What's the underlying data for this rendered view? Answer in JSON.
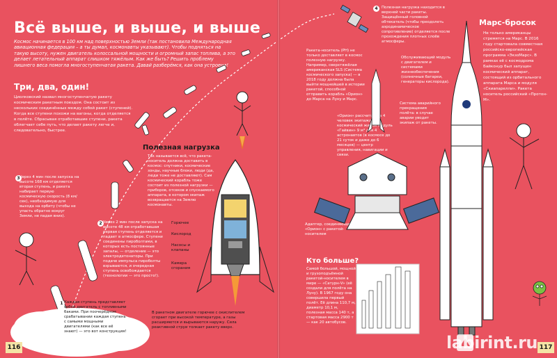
{
  "left_page": {
    "title": "Всё выше, и выше, и выше",
    "intro": "Космос начинается в 100 км над поверхностью Земли (так постановила Международная авиационная федерация – а ты думал, космонавты указывают). Чтобы подняться на такую высоту, нужен двигатель колоссальной мощности и огромный запас топлива, а это делает летательный аппарат слишком тяжёлым. Как же быть? Решить проблему лишнего веса помогла многоступенчатая ракета. Давай разберёмся, как она устроена!",
    "section1_title": "Три, два, один!",
    "section1_text": "Циолковский назвал многоступенчатую ракету космическим ракетным поездом. Она состоит из нескольких соединённых между собой ракет (ступеней). Когда все ступени похожи на вагоны, когда отделяется в полёте. Сбрасывая отработавшие ступени, ракета облегчает себе путь, что делает ракету легче и, следовательно, быстрее.",
    "step3_text": "Через 4 мин после запуска на высоте 168 км отделяется вторая ступень, и ракета набирает первую космическую скорость (8 км/сек), необходимую для выхода на орбиту (чтобы не упасть обратно вокруг Земли, не падая вниз).",
    "step2_text": "Через 2 мин после запуска на высоте 48 км отработавшая первая ступень отделяется и падает в атмосфере. Ступени соединены пироболтами, в которых есть постоянные запалы, — отделение — это электродетонаторы. При подаче импульса пироболты взрываются, и очередная ступень освобождается (технологии — это просто!).",
    "step1_text": "Каждая ступень представляет собой двигатель с топливными баками. При поочерёдном срабатывании каждая ступень с самыми мощными двигателями (как все её знают) — это вот конструкция!",
    "payload_title": "Полезная нагрузка",
    "payload_text": "Так называется всё, что ракета-носитель должна доставить в космос: спутники, космические зонды, научные блоки, люди (да, люди тоже не доставляют). Сам космический корабль тоже состоит из полезной нагрузки — приборов, отсеков и спускаемого аппарата, в котором экипаж возвращается на Землю космонавты.",
    "label_fuel": "Горючее",
    "label_oxygen": "Кислород",
    "label_pumps": "Насосы и клапаны",
    "label_chamber": "Камера сгорания",
    "engine_caption": "В ракетном двигателе горючее с окислителем сгорает при высокой температуре, а газы расширяются и вырываются наружу. Сила реактивной струи толкает ракету вверх.",
    "step_numbers": [
      "1",
      "2",
      "3"
    ],
    "page_number": "116"
  },
  "right_page": {
    "header": "Марс-бросок",
    "mars_text": "Не только американцы стремятся на Марс. В 2016 году стартовала совместная российско-европейская программа «ЭкзоМарс». В рамках её с космодрома Байконур был запущен космический аппарат, состоящий из орбитального аппарата Марса и модуля «Скиапарелли». Ракета носитель российский «Протон-М».",
    "booster_text": "Ракета-носитель (РН) не только доставляет в космос полезную нагрузку. Например, сверхтяжёлая американская SLS (Система космического запуска) — в 2018 году должна была выйти мощнейшей в истории ракетой, способной отправить корабль «Орион» до Марса на Луну и Марс.",
    "payload_top_text": "Полезная нагрузка находится в верхней части ракеты. Защищённый головной обтекатель (чтобы преодолеть аэродинамическое сопротивление) отделяется после прохождения плотных слоёв атмосферы.",
    "service_text": "Обслуживающий модуль с двигателем и системами жизнеобеспечения (солнечные батареи, генераторы кислорода).",
    "escape_text": "Система аварийного прекращения полёта: в случае аварии уводит экипаж от ракеты.",
    "orion_text": "«Орион» рассчитан на 4 человек экипажа. Его космический жилой модуль «Гайвин» 9 м³ для 4 астронавтов (в космосе до 21 суток и даже до 6 месяцев) — центр управления, навигации и связи.",
    "adapter_text": "Адаптер, соединяющий «Орион» с ракетой-носителем",
    "who_title": "Кто больше?",
    "who_text": "Самой большой, мощной и грузоподъёмной ракетой-носителем в мире — «Сатурн-V» (её создали для полёта на Луну). В 1967 году она совершила первый полёт. Её длина 110,7 м, диаметр 10,1 м, полезная масса 140 т, а стартовая масса 2900 т — как 20 автобусов.",
    "step_number": "4",
    "page_number": "117"
  },
  "watermark": "labirint.ru",
  "colors": {
    "page_background": "#e9525f",
    "white": "#ffffff",
    "page_number_bg": "#f4e4a6"
  }
}
